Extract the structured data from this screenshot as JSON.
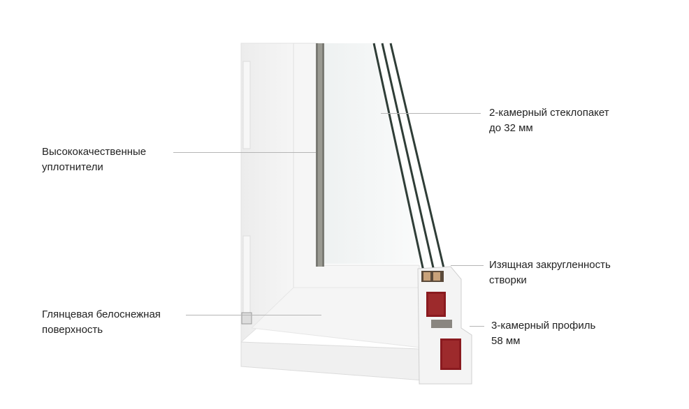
{
  "callouts": {
    "glass_unit": {
      "line1": "2-камерный стеклопакет",
      "line2": "до 32 мм"
    },
    "seals": {
      "line1": "Высококачественные",
      "line2": "уплотнители"
    },
    "sash_rounding": {
      "line1": "Изящная закругленность",
      "line2": "створки"
    },
    "surface": {
      "line1": "Глянцевая белоснежная",
      "line2": "поверхность"
    },
    "profile": {
      "line1": "3-камерный профиль",
      "line2": "58 мм"
    }
  },
  "colors": {
    "text": "#222222",
    "leader": "#b5b5b5",
    "chamber": "#8a1a1f",
    "pvc": "#f3f3f3"
  }
}
